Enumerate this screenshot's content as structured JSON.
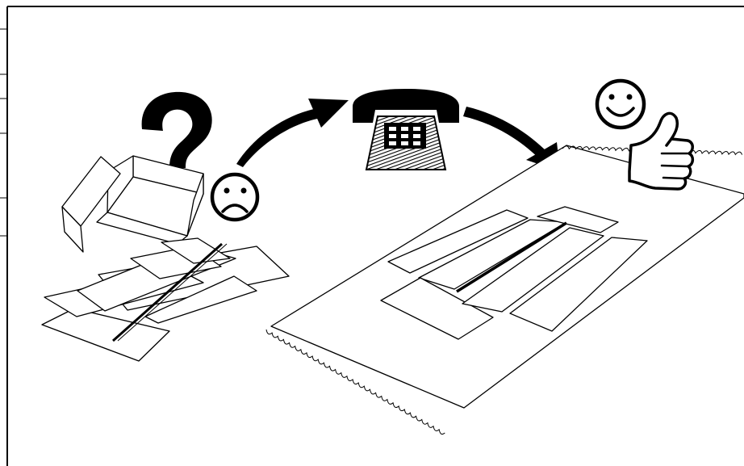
{
  "figure": {
    "frame_color": "#000000",
    "background": "#ffffff",
    "steps": [
      {
        "id": "problem",
        "icons": [
          "question-mark-icon",
          "open-box-icon",
          "loose-boards-icon",
          "sad-face-icon"
        ]
      },
      {
        "id": "contact",
        "icons": [
          "arrow-icon",
          "telephone-icon"
        ]
      },
      {
        "id": "solution",
        "icons": [
          "arrow-icon",
          "rug-icon",
          "arranged-boards-icon",
          "happy-face-icon",
          "thumbs-up-icon"
        ]
      }
    ]
  }
}
